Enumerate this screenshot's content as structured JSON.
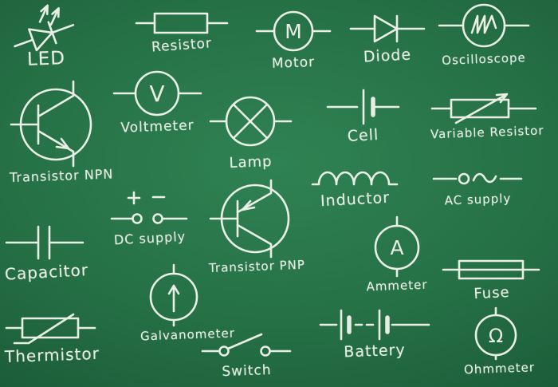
{
  "board": {
    "chalk_color": "#f2f4ec",
    "background_color": "#256f45"
  },
  "glyphs": {
    "motor": "M",
    "voltmeter": "V",
    "ammeter": "A",
    "ohmmeter": "Ω"
  },
  "labels": {
    "led": "LED",
    "resistor": "Resistor",
    "motor": "Motor",
    "diode": "Diode",
    "oscilloscope": "Oscilloscope",
    "voltmeter": "Voltmeter",
    "transistor_npn": "Transistor NPN",
    "lamp": "Lamp",
    "cell": "Cell",
    "variable_resistor": "Variable Resistor",
    "inductor": "Inductor",
    "ac_supply": "AC supply",
    "dc_supply": "DC supply",
    "transistor_pnp": "Transistor PNP",
    "capacitor": "Capacitor",
    "ammeter": "Ammeter",
    "fuse": "Fuse",
    "galvanometer": "Galvanometer",
    "thermistor": "Thermistor",
    "switch": "Switch",
    "battery": "Battery",
    "ohmmeter": "Ohmmeter"
  }
}
